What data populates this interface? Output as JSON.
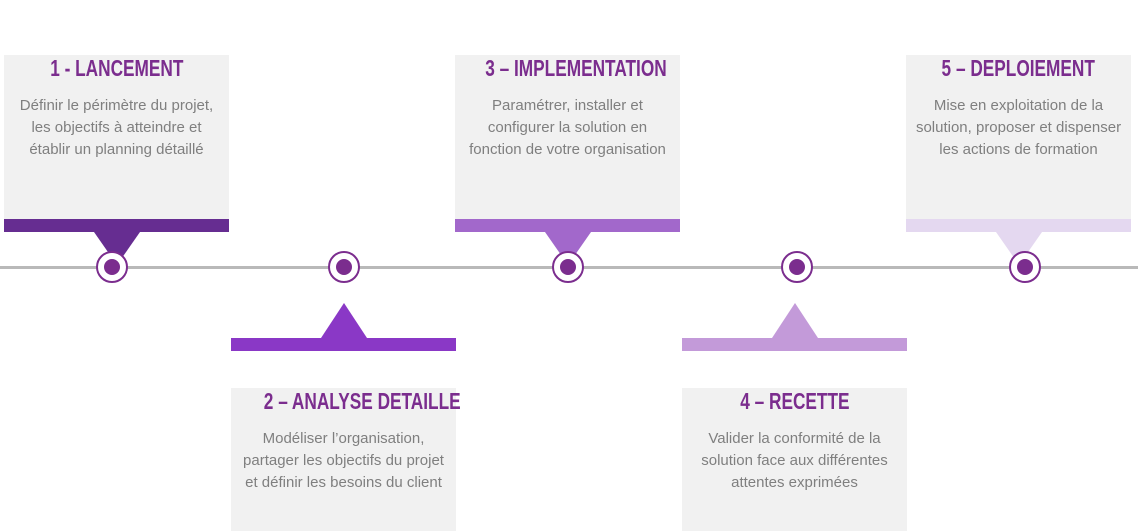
{
  "colors": {
    "line_color": "#b9b9b9",
    "node_ring_color": "#7b2d8e",
    "node_dot_color": "#7b2d8e",
    "card_bg": "#f1f1f1",
    "title_color": "#7b2d8e",
    "body_text_color": "#7f7f7f"
  },
  "timeline": {
    "node_count": 5
  },
  "steps": [
    {
      "id": "1",
      "position": "top",
      "title": "1 - LANCEMENT",
      "description": "Définir le périmètre du projet,\nles objectifs à atteindre et\nétablir un planning détaillé",
      "accent": "#662d91"
    },
    {
      "id": "2",
      "position": "bottom",
      "title": "2 – ANALYSE DETAILLE",
      "description": "Modéliser l’organisation,\npartager les objectifs du projet\net définir les besoins du client",
      "accent": "#8a38c6"
    },
    {
      "id": "3",
      "position": "top",
      "title": "3 – IMPLEMENTATION",
      "description": "Paramétrer, installer et\nconfigurer la solution en\nfonction de votre organisation",
      "accent": "#a268cb"
    },
    {
      "id": "4",
      "position": "bottom",
      "title": "4 – RECETTE",
      "description": "Valider la conformité de la\nsolution face aux différentes\nattentes exprimées",
      "accent": "#c39ad9"
    },
    {
      "id": "5",
      "position": "top",
      "title": "5 – DEPLOIEMENT",
      "description": "Mise en exploitation de la\nsolution, proposer et dispenser\nles actions de formation",
      "accent": "#e4d8f0"
    }
  ]
}
